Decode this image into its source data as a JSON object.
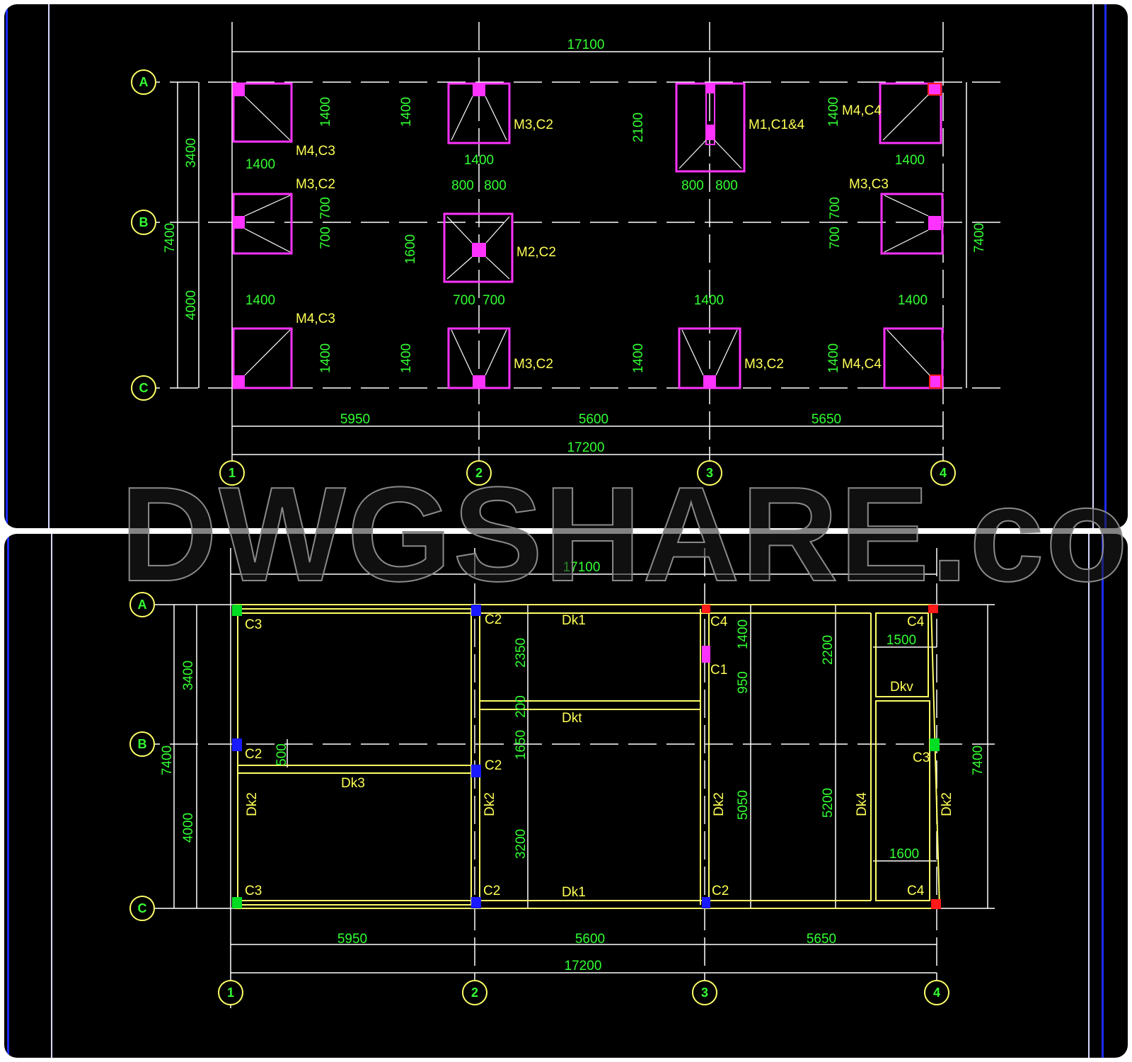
{
  "watermark": "DWGSHARE.com",
  "colors": {
    "background": "#000000",
    "dimension_text": "#33ff33",
    "label_text": "#ffff55",
    "footing": "#ff33ff",
    "beam": "#ffff66",
    "axis_bubble": "#ffff66",
    "column_c2": "#1a1aff",
    "column_c3": "#00dd22",
    "column_c4": "#ff1a1a",
    "column_c1": "#ff33ff"
  },
  "axes": {
    "rows": [
      "A",
      "B",
      "C"
    ],
    "cols": [
      "1",
      "2",
      "3",
      "4"
    ]
  },
  "foundation_plan": {
    "overall_top": "17100",
    "overall_bottom": "17200",
    "bays": [
      "5950",
      "5600",
      "5650"
    ],
    "left_dims": {
      "total": "7400",
      "ab": "3400",
      "bc": "4000"
    },
    "right_dim": "7400",
    "footings": [
      {
        "label": "M4,C3",
        "width": "1400",
        "height": "1400"
      },
      {
        "label": "M3,C2",
        "width": "1400",
        "height": "1400"
      },
      {
        "label": "M1,C1&4",
        "height": "2100",
        "split": [
          "800",
          "800"
        ]
      },
      {
        "label": "M4,C4",
        "width": "1400",
        "height": "1400"
      },
      {
        "label": "M3,C2",
        "half_heights": [
          "700",
          "700"
        ]
      },
      {
        "label": "M2,C2",
        "height": "1600",
        "split_top": [
          "800",
          "800"
        ],
        "split_bottom": [
          "700",
          "700"
        ]
      },
      {
        "label": "M3,C3",
        "half_heights": [
          "700",
          "700"
        ]
      },
      {
        "label": "M4,C3",
        "width": "1400",
        "height": "1400"
      },
      {
        "label": "M3,C2",
        "height": "1400"
      },
      {
        "label": "M3,C2",
        "width": "1400",
        "height": "1400"
      },
      {
        "label": "M4,C4",
        "width": "1400",
        "height": "1400"
      }
    ]
  },
  "beam_plan": {
    "overall_top": "17100",
    "overall_bottom": "17200",
    "bays": [
      "5950",
      "5600",
      "5650"
    ],
    "left_dims": {
      "total": "7400",
      "ab": "3400",
      "bc": "4000"
    },
    "right_dim": "7400",
    "dims": {
      "d2350": "2350",
      "d200": "200",
      "d1650": "1650",
      "d3200": "3200",
      "d1400": "1400",
      "d950": "950",
      "d5050": "5050",
      "d2200": "2200",
      "d5200": "5200",
      "d1500": "1500",
      "d1600": "1600",
      "d500": "500"
    },
    "columns": [
      "C3",
      "C2",
      "C4",
      "C1",
      "C4",
      "C2",
      "C2",
      "C3",
      "C3",
      "C2",
      "C2",
      "C4"
    ],
    "beams": [
      "Dk1",
      "Dkt",
      "Dkv",
      "Dk3",
      "Dk2",
      "Dk2",
      "Dk2",
      "Dk4",
      "Dk2",
      "Dk1"
    ]
  }
}
